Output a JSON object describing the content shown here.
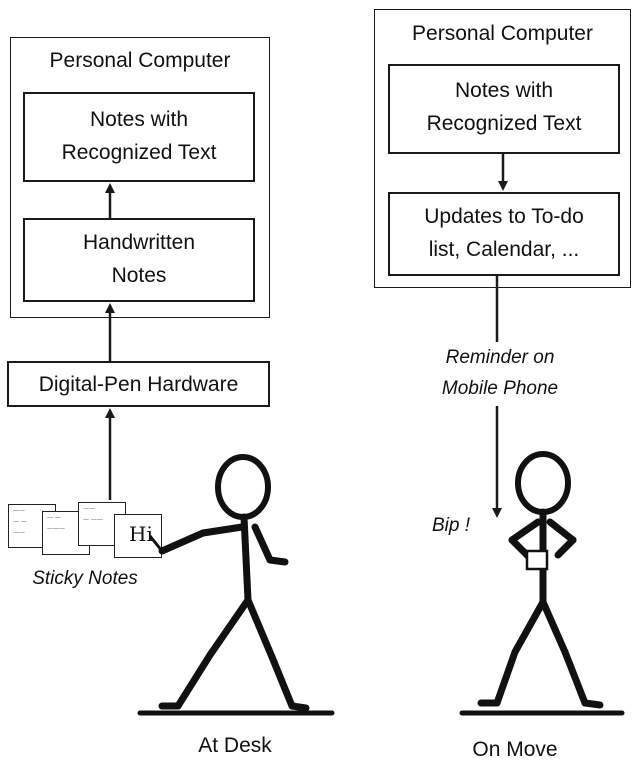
{
  "left_scenario": {
    "pc_title": "Personal Computer",
    "recognized_text_box": "Notes with\nRecognized Text",
    "handwritten_box": "Handwritten\nNotes",
    "hardware_box": "Digital-Pen Hardware",
    "sticky_notes_label": "Sticky Notes",
    "sticky_note_handwriting": "Hi",
    "caption": "At Desk"
  },
  "right_scenario": {
    "pc_title": "Personal Computer",
    "recognized_text_box": "Notes with\nRecognized Text",
    "updates_box": "Updates to To-do\nlist, Calendar, ...",
    "reminder_label": "Reminder on\nMobile Phone",
    "sound_label": "Bip !",
    "caption": "On Move"
  },
  "colors": {
    "line": "#1a1a1a",
    "background": "#ffffff"
  }
}
